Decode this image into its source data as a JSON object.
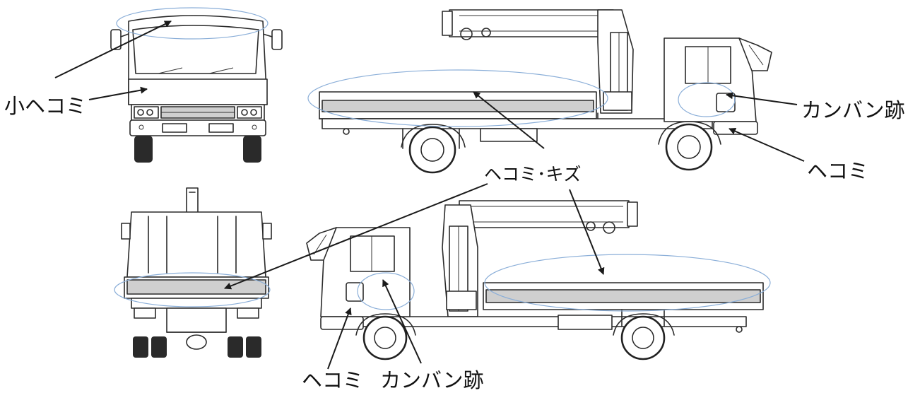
{
  "callouts": {
    "small_dent": "小ヘコミ",
    "sign_mark_right": "カンバン跡",
    "dent_right": "ヘコミ",
    "dent_scratch": "ヘコミ･キズ",
    "dent_bottom": "ヘコミ",
    "sign_mark_bottom": "カンバン跡"
  },
  "colors": {
    "highlight_oval": "#8aaed8",
    "line_art": "#2a2a2a",
    "panel_grey": "#cfcfcf"
  }
}
